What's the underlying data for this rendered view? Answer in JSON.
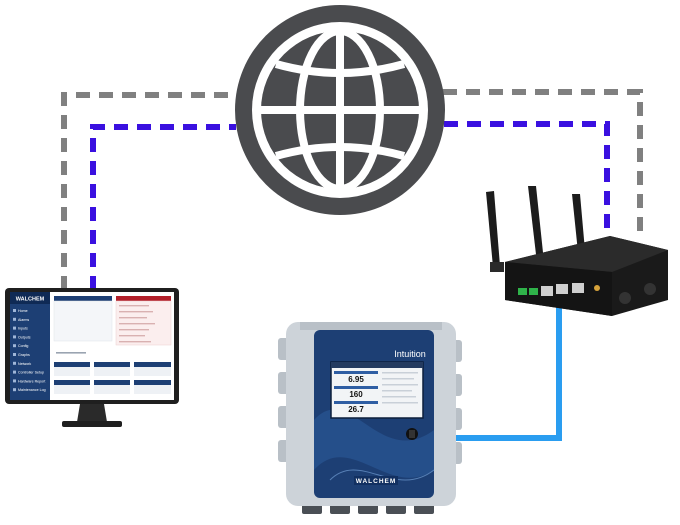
{
  "colors": {
    "internet_link": "#808080",
    "vpn_link": "#3a10e0",
    "ethernet_link": "#2a9df0",
    "globe": "#4a4b4e",
    "brand_red": "#b3202a",
    "controller_blue": "#1d3f74",
    "enclosure": "#cdd3d9"
  },
  "icons": {
    "globe": "globe-icon",
    "router": "router-icon",
    "monitor": "monitor-icon",
    "controller": "controller-icon"
  },
  "monitor": {
    "brand": "WALCHEM",
    "menu": [
      "Home",
      "Alarms",
      "Inputs",
      "Outputs",
      "Config",
      "Graphs",
      "Network",
      "Controller Setup",
      "Hardware Report",
      "Maintenance Log"
    ]
  },
  "controller": {
    "screen_brand": "Intuition",
    "front_brand": "WALCHEM",
    "readings": [
      "6.95",
      "160",
      "26.7"
    ]
  }
}
